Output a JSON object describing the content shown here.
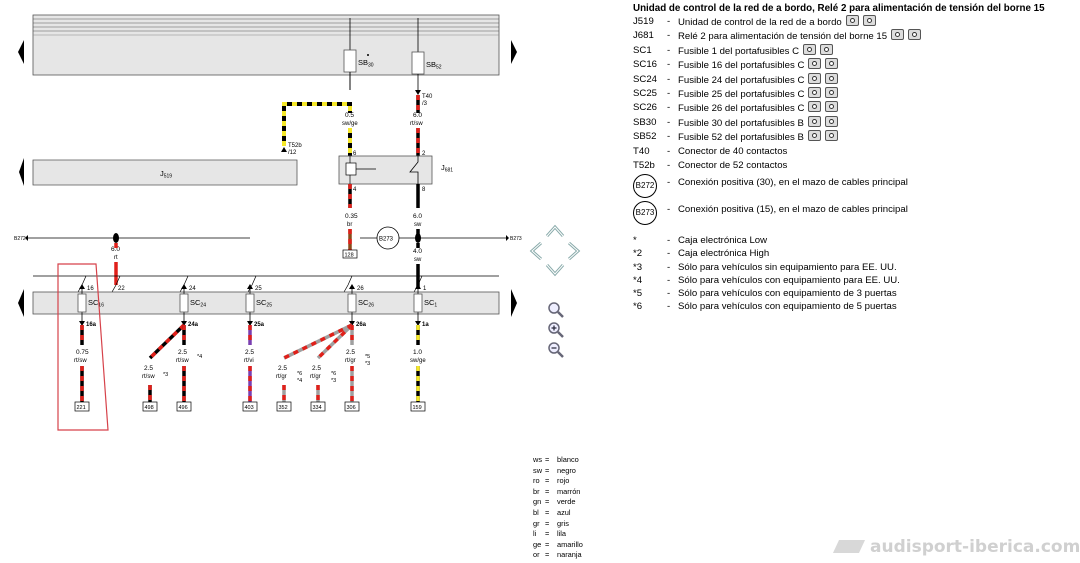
{
  "legend": {
    "title": "Unidad de control de la red de a bordo, Relé 2 para alimentación de tensión del borne 15",
    "items": [
      {
        "code": "J519",
        "desc": "Unidad de control de la red de a bordo",
        "cams": 2
      },
      {
        "code": "J681",
        "desc": "Relé 2 para alimentación de tensión del borne 15",
        "cams": 2
      },
      {
        "code": "SC1",
        "desc": "Fusible 1 del portafusibles C",
        "cams": 2
      },
      {
        "code": "SC16",
        "desc": "Fusible 16 del portafusibles C",
        "cams": 2
      },
      {
        "code": "SC24",
        "desc": "Fusible 24 del portafusibles C",
        "cams": 2
      },
      {
        "code": "SC25",
        "desc": "Fusible 25 del portafusibles C",
        "cams": 2
      },
      {
        "code": "SC26",
        "desc": "Fusible 26 del portafusibles C",
        "cams": 2
      },
      {
        "code": "SB30",
        "desc": "Fusible 30 del portafusibles B",
        "cams": 2
      },
      {
        "code": "SB52",
        "desc": "Fusible 52 del portafusibles B",
        "cams": 2
      },
      {
        "code": "T40",
        "desc": "Conector de 40 contactos",
        "cams": 0
      },
      {
        "code": "T52b",
        "desc": "Conector de 52 contactos",
        "cams": 0
      }
    ],
    "circled": [
      {
        "code": "B272",
        "desc": "Conexión positiva (30), en el mazo de cables principal"
      },
      {
        "code": "B273",
        "desc": "Conexión positiva (15), en el mazo de cables principal"
      }
    ],
    "notes": [
      {
        "code": "*",
        "desc": "Caja electrónica Low"
      },
      {
        "code": "*2",
        "desc": "Caja electrónica High"
      },
      {
        "code": "*3",
        "desc": "Sólo para vehículos sin equipamiento para EE. UU."
      },
      {
        "code": "*4",
        "desc": "Sólo para vehículos con equipamiento para EE. UU."
      },
      {
        "code": "*5",
        "desc": "Sólo para vehículos con equipamiento de 3 puertas"
      },
      {
        "code": "*6",
        "desc": "Sólo para vehículos con equipamiento de 5 puertas"
      }
    ],
    "dash": "-"
  },
  "colors_legend": [
    {
      "code": "ws",
      "name": "blanco"
    },
    {
      "code": "sw",
      "name": "negro"
    },
    {
      "code": "ro",
      "name": "rojo"
    },
    {
      "code": "br",
      "name": "marrón"
    },
    {
      "code": "gn",
      "name": "verde"
    },
    {
      "code": "bl",
      "name": "azul"
    },
    {
      "code": "gr",
      "name": "gris"
    },
    {
      "code": "li",
      "name": "lila"
    },
    {
      "code": "ge",
      "name": "amarillo"
    },
    {
      "code": "or",
      "name": "naranja"
    }
  ],
  "colors_eq": "=",
  "watermark": "audisport-iberica.com",
  "diagram": {
    "components": {
      "sb30": "SB",
      "sb30_sub": "30",
      "sb52": "SB",
      "sb52_sub": "52",
      "j519": "J",
      "j519_sub": "519",
      "j681": "J",
      "j681_sub": "681",
      "b273": "B273"
    },
    "connectors": {
      "t40": "T40",
      "t40_pin": "/3",
      "t52b": "T52b",
      "t52b_pin": "/12",
      "b272_left": "B272",
      "b273_right": "B273"
    },
    "fuses": [
      {
        "name": "SC",
        "sub": "16",
        "pin_top": "16",
        "pin_bot": "16a"
      },
      {
        "name": "SC",
        "sub": "24",
        "pin_top": "24",
        "pin_bot": "24a"
      },
      {
        "name": "SC",
        "sub": "25",
        "pin_top": "25",
        "pin_bot": "25a"
      },
      {
        "name": "SC",
        "sub": "26",
        "pin_top": "26",
        "pin_bot": "26a"
      },
      {
        "name": "SC",
        "sub": "1",
        "pin_top": "1",
        "pin_bot": "1a"
      }
    ],
    "pin22": "22",
    "j681_pins": {
      "p6": "6",
      "p2": "2",
      "p4": "4",
      "p8": "8"
    },
    "wire_labels": {
      "sb52_out": [
        "6.0",
        "rt/sw"
      ],
      "t52b_wire": [
        "0.5",
        "sw/ge"
      ],
      "j681_out4": [
        "0.35",
        "br"
      ],
      "j681_out8": [
        "6.0",
        "sw"
      ],
      "b273_in": [
        "4.0",
        "sw"
      ],
      "pin22_in": [
        "6.0",
        "rt"
      ],
      "sc16_out": [
        "0.75",
        "rt/sw"
      ],
      "sc24_a": [
        "2.5",
        "rt/sw"
      ],
      "sc24_b": [
        "2.5",
        "rt/sw"
      ],
      "sc25_out": [
        "2.5",
        "rt/vi"
      ],
      "sc26_a": [
        "2.5",
        "rt/gr"
      ],
      "sc26_b": [
        "2.5",
        "rt/gr"
      ],
      "sc26_c": [
        "2.5",
        "rt/gr"
      ],
      "sc1_out": [
        "1.0",
        "sw/ge"
      ]
    },
    "notes_on_wires": {
      "sc24_a": "*3",
      "sc24_b": "*4",
      "sc26_a1": "*6",
      "sc26_a2": "*4",
      "sc26_b1": "*6",
      "sc26_b2": "*3",
      "sc26_c1": "*5",
      "sc26_c2": "*3"
    },
    "terminals": [
      "128",
      "221",
      "498",
      "496",
      "403",
      "352",
      "334",
      "306",
      "159"
    ]
  },
  "nav": {
    "icons": [
      "pan-up-icon",
      "pan-left-icon",
      "pan-right-icon",
      "pan-down-icon",
      "zoom-fit-icon",
      "zoom-in-icon",
      "zoom-out-icon"
    ]
  },
  "wire_colors": {
    "red": "#e0201a",
    "black": "#000000",
    "yellow": "#f5e82a",
    "violet": "#7a3fb0",
    "grey": "#a0a0a0",
    "frame": "#d6424a",
    "bar": "#e6e6e6"
  }
}
